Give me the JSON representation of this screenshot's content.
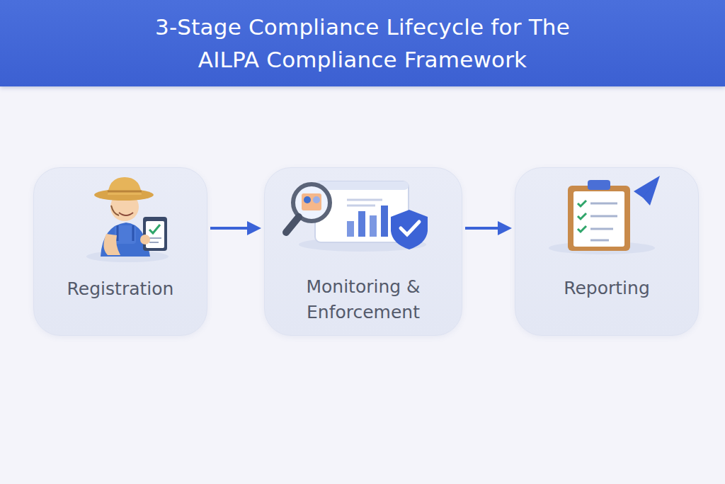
{
  "diagram": {
    "title": "3-Stage Compliance Lifecycle for The AILPA Compliance Framework",
    "nodes": [
      {
        "text": [
          "Registration"
        ]
      },
      {
        "text": [
          "Monitoring & Enforcement"
        ]
      },
      {
        "text": [
          "Reporting"
        ]
      }
    ],
    "edges": [
      {
        "from": 0,
        "to": 1,
        "arrow": "to"
      },
      {
        "from": 1,
        "to": 2,
        "arrow": "to"
      }
    ]
  }
}
